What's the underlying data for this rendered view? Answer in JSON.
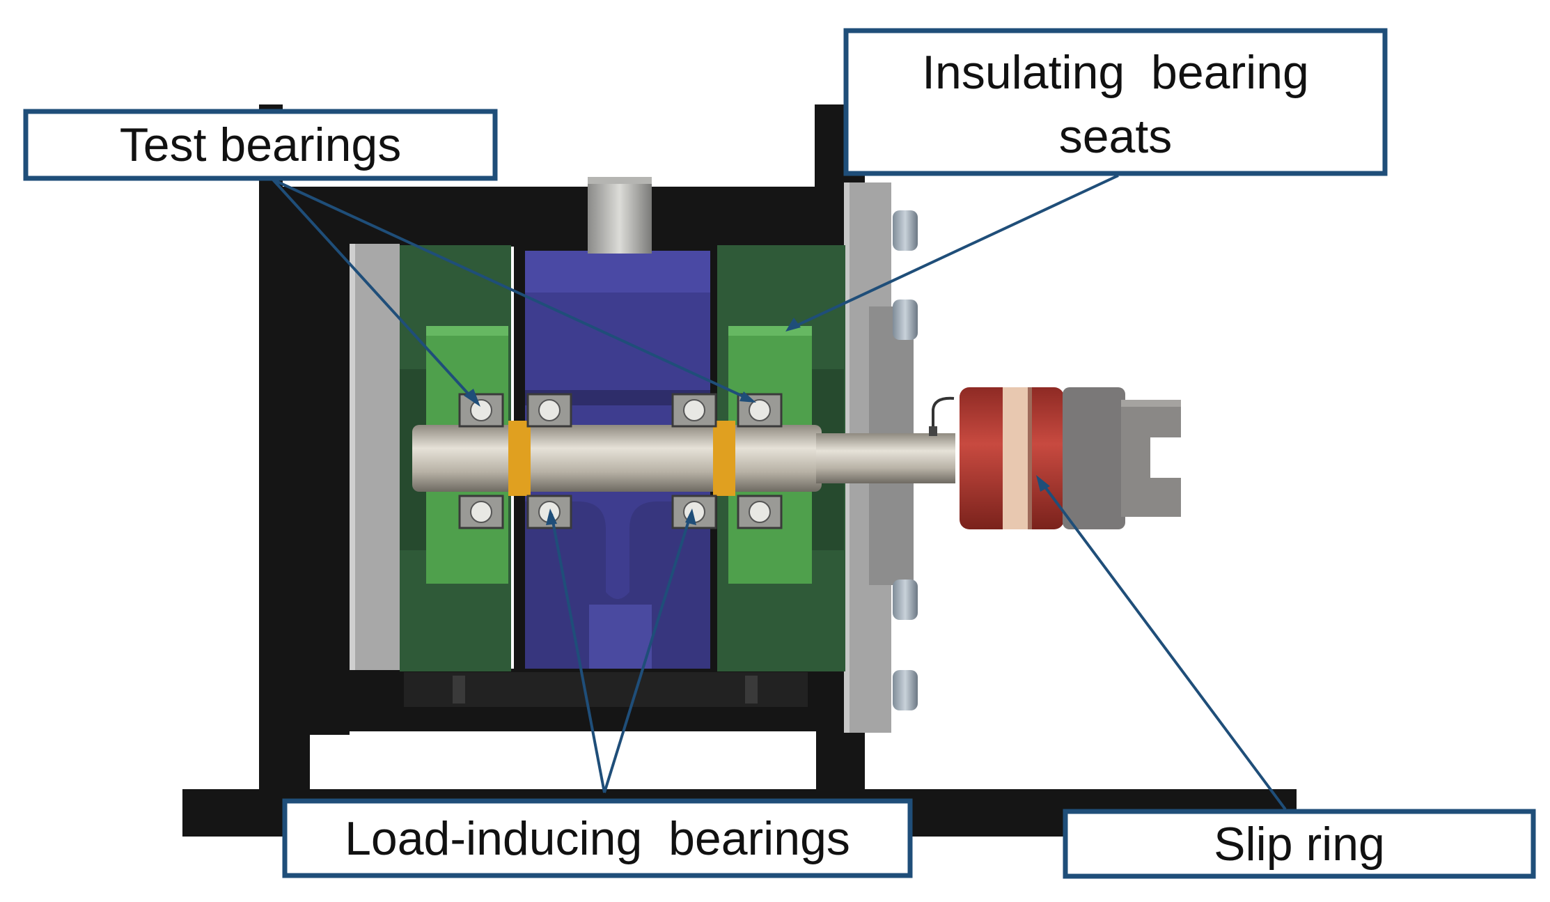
{
  "labels": {
    "test_bearings": "Test bearings",
    "insulating_line1": "Insulating  bearing",
    "insulating_line2": "seats",
    "load_inducing": "Load-inducing  bearings",
    "slip_ring": "Slip ring"
  },
  "colors": {
    "callout_stroke": "#1f4e79",
    "leader": "#1f4e79",
    "housing": "#151515",
    "plate": "#a8a8a8",
    "green_dark": "#2f5a38",
    "green_light": "#4fa04c",
    "blue_block": "#3e3d8f",
    "shaft": "#c9c4b8",
    "orange_spacer": "#e0a020",
    "slip_red": "#b23a32",
    "slip_band": "#e8c8b0",
    "coupling": "#7a7878"
  }
}
